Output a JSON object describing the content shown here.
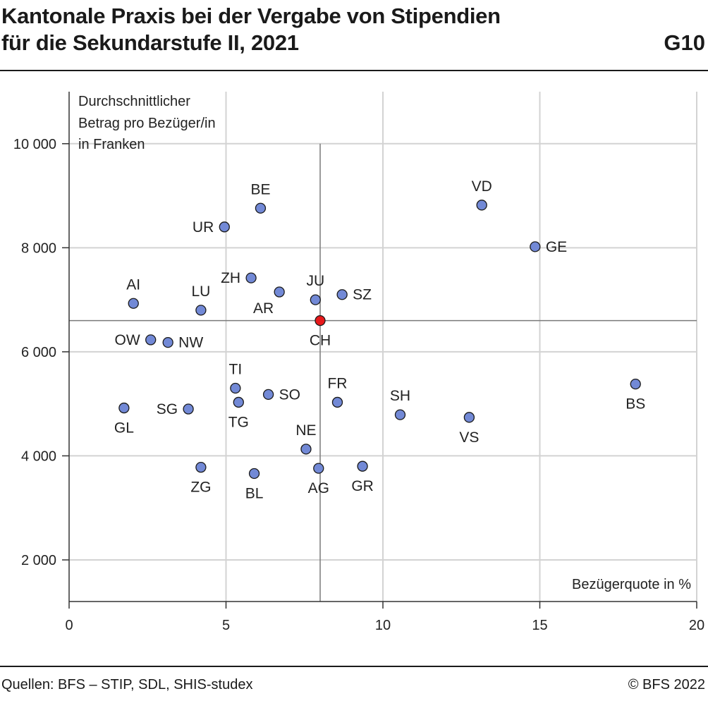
{
  "header": {
    "title_line1": "Kantonale Praxis bei der Vergabe von Stipendien",
    "title_line2": "für die Sekundarstufe II, 2021",
    "code": "G10"
  },
  "footer": {
    "source": "Quellen: BFS – STIP, SDL, SHIS-studex",
    "copyright": "© BFS 2022"
  },
  "colors": {
    "point": "#7289d6",
    "highlight": "#e8191b",
    "reference": "#7a7a7a",
    "grid": "#d3d3d3"
  },
  "chart_data": {
    "type": "scatter",
    "ylabel_lines": [
      "Durchschnittlicher",
      "Betrag pro Bezüger/in",
      "in Franken"
    ],
    "xlabel": "Bezügerquote in %",
    "xlim": [
      0,
      20
    ],
    "ylim": [
      1200,
      11000
    ],
    "xticks": [
      0,
      5,
      10,
      15,
      20
    ],
    "xtick_labels": [
      "0",
      "5",
      "10",
      "15",
      "20"
    ],
    "yticks": [
      2000,
      4000,
      6000,
      8000,
      10000
    ],
    "ytick_labels": [
      "2 000",
      "4 000",
      "6 000",
      "8 000",
      "10 000"
    ],
    "grid": true,
    "reference_lines": {
      "x": 8.0,
      "y": 6600
    },
    "points": [
      {
        "label": "BE",
        "x": 6.1,
        "y": 8760,
        "pos": "top"
      },
      {
        "label": "UR",
        "x": 4.95,
        "y": 8400,
        "pos": "left"
      },
      {
        "label": "VD",
        "x": 13.15,
        "y": 8820,
        "pos": "top"
      },
      {
        "label": "GE",
        "x": 14.85,
        "y": 8020,
        "pos": "right"
      },
      {
        "label": "AI",
        "x": 2.05,
        "y": 6930,
        "pos": "top"
      },
      {
        "label": "LU",
        "x": 4.2,
        "y": 6800,
        "pos": "top"
      },
      {
        "label": "ZH",
        "x": 5.8,
        "y": 7420,
        "pos": "left"
      },
      {
        "label": "AR",
        "x": 6.7,
        "y": 7150,
        "pos": "bottomleft"
      },
      {
        "label": "JU",
        "x": 7.85,
        "y": 7000,
        "pos": "top"
      },
      {
        "label": "SZ",
        "x": 8.7,
        "y": 7100,
        "pos": "right"
      },
      {
        "label": "CH",
        "x": 8.0,
        "y": 6600,
        "pos": "bottom",
        "highlight": true
      },
      {
        "label": "OW",
        "x": 2.6,
        "y": 6230,
        "pos": "left"
      },
      {
        "label": "NW",
        "x": 3.15,
        "y": 6180,
        "pos": "right"
      },
      {
        "label": "TI",
        "x": 5.3,
        "y": 5300,
        "pos": "top"
      },
      {
        "label": "SO",
        "x": 6.35,
        "y": 5180,
        "pos": "right"
      },
      {
        "label": "TG",
        "x": 5.4,
        "y": 5030,
        "pos": "bottom"
      },
      {
        "label": "FR",
        "x": 8.55,
        "y": 5030,
        "pos": "top"
      },
      {
        "label": "GL",
        "x": 1.75,
        "y": 4920,
        "pos": "bottom"
      },
      {
        "label": "SG",
        "x": 3.8,
        "y": 4900,
        "pos": "left"
      },
      {
        "label": "SH",
        "x": 10.55,
        "y": 4790,
        "pos": "top"
      },
      {
        "label": "VS",
        "x": 12.75,
        "y": 4740,
        "pos": "bottom"
      },
      {
        "label": "BS",
        "x": 18.05,
        "y": 5380,
        "pos": "bottom"
      },
      {
        "label": "NE",
        "x": 7.55,
        "y": 4130,
        "pos": "top"
      },
      {
        "label": "ZG",
        "x": 4.2,
        "y": 3780,
        "pos": "bottom"
      },
      {
        "label": "BL",
        "x": 5.9,
        "y": 3660,
        "pos": "bottom"
      },
      {
        "label": "AG",
        "x": 7.95,
        "y": 3760,
        "pos": "bottom"
      },
      {
        "label": "GR",
        "x": 9.35,
        "y": 3800,
        "pos": "bottom"
      }
    ]
  }
}
